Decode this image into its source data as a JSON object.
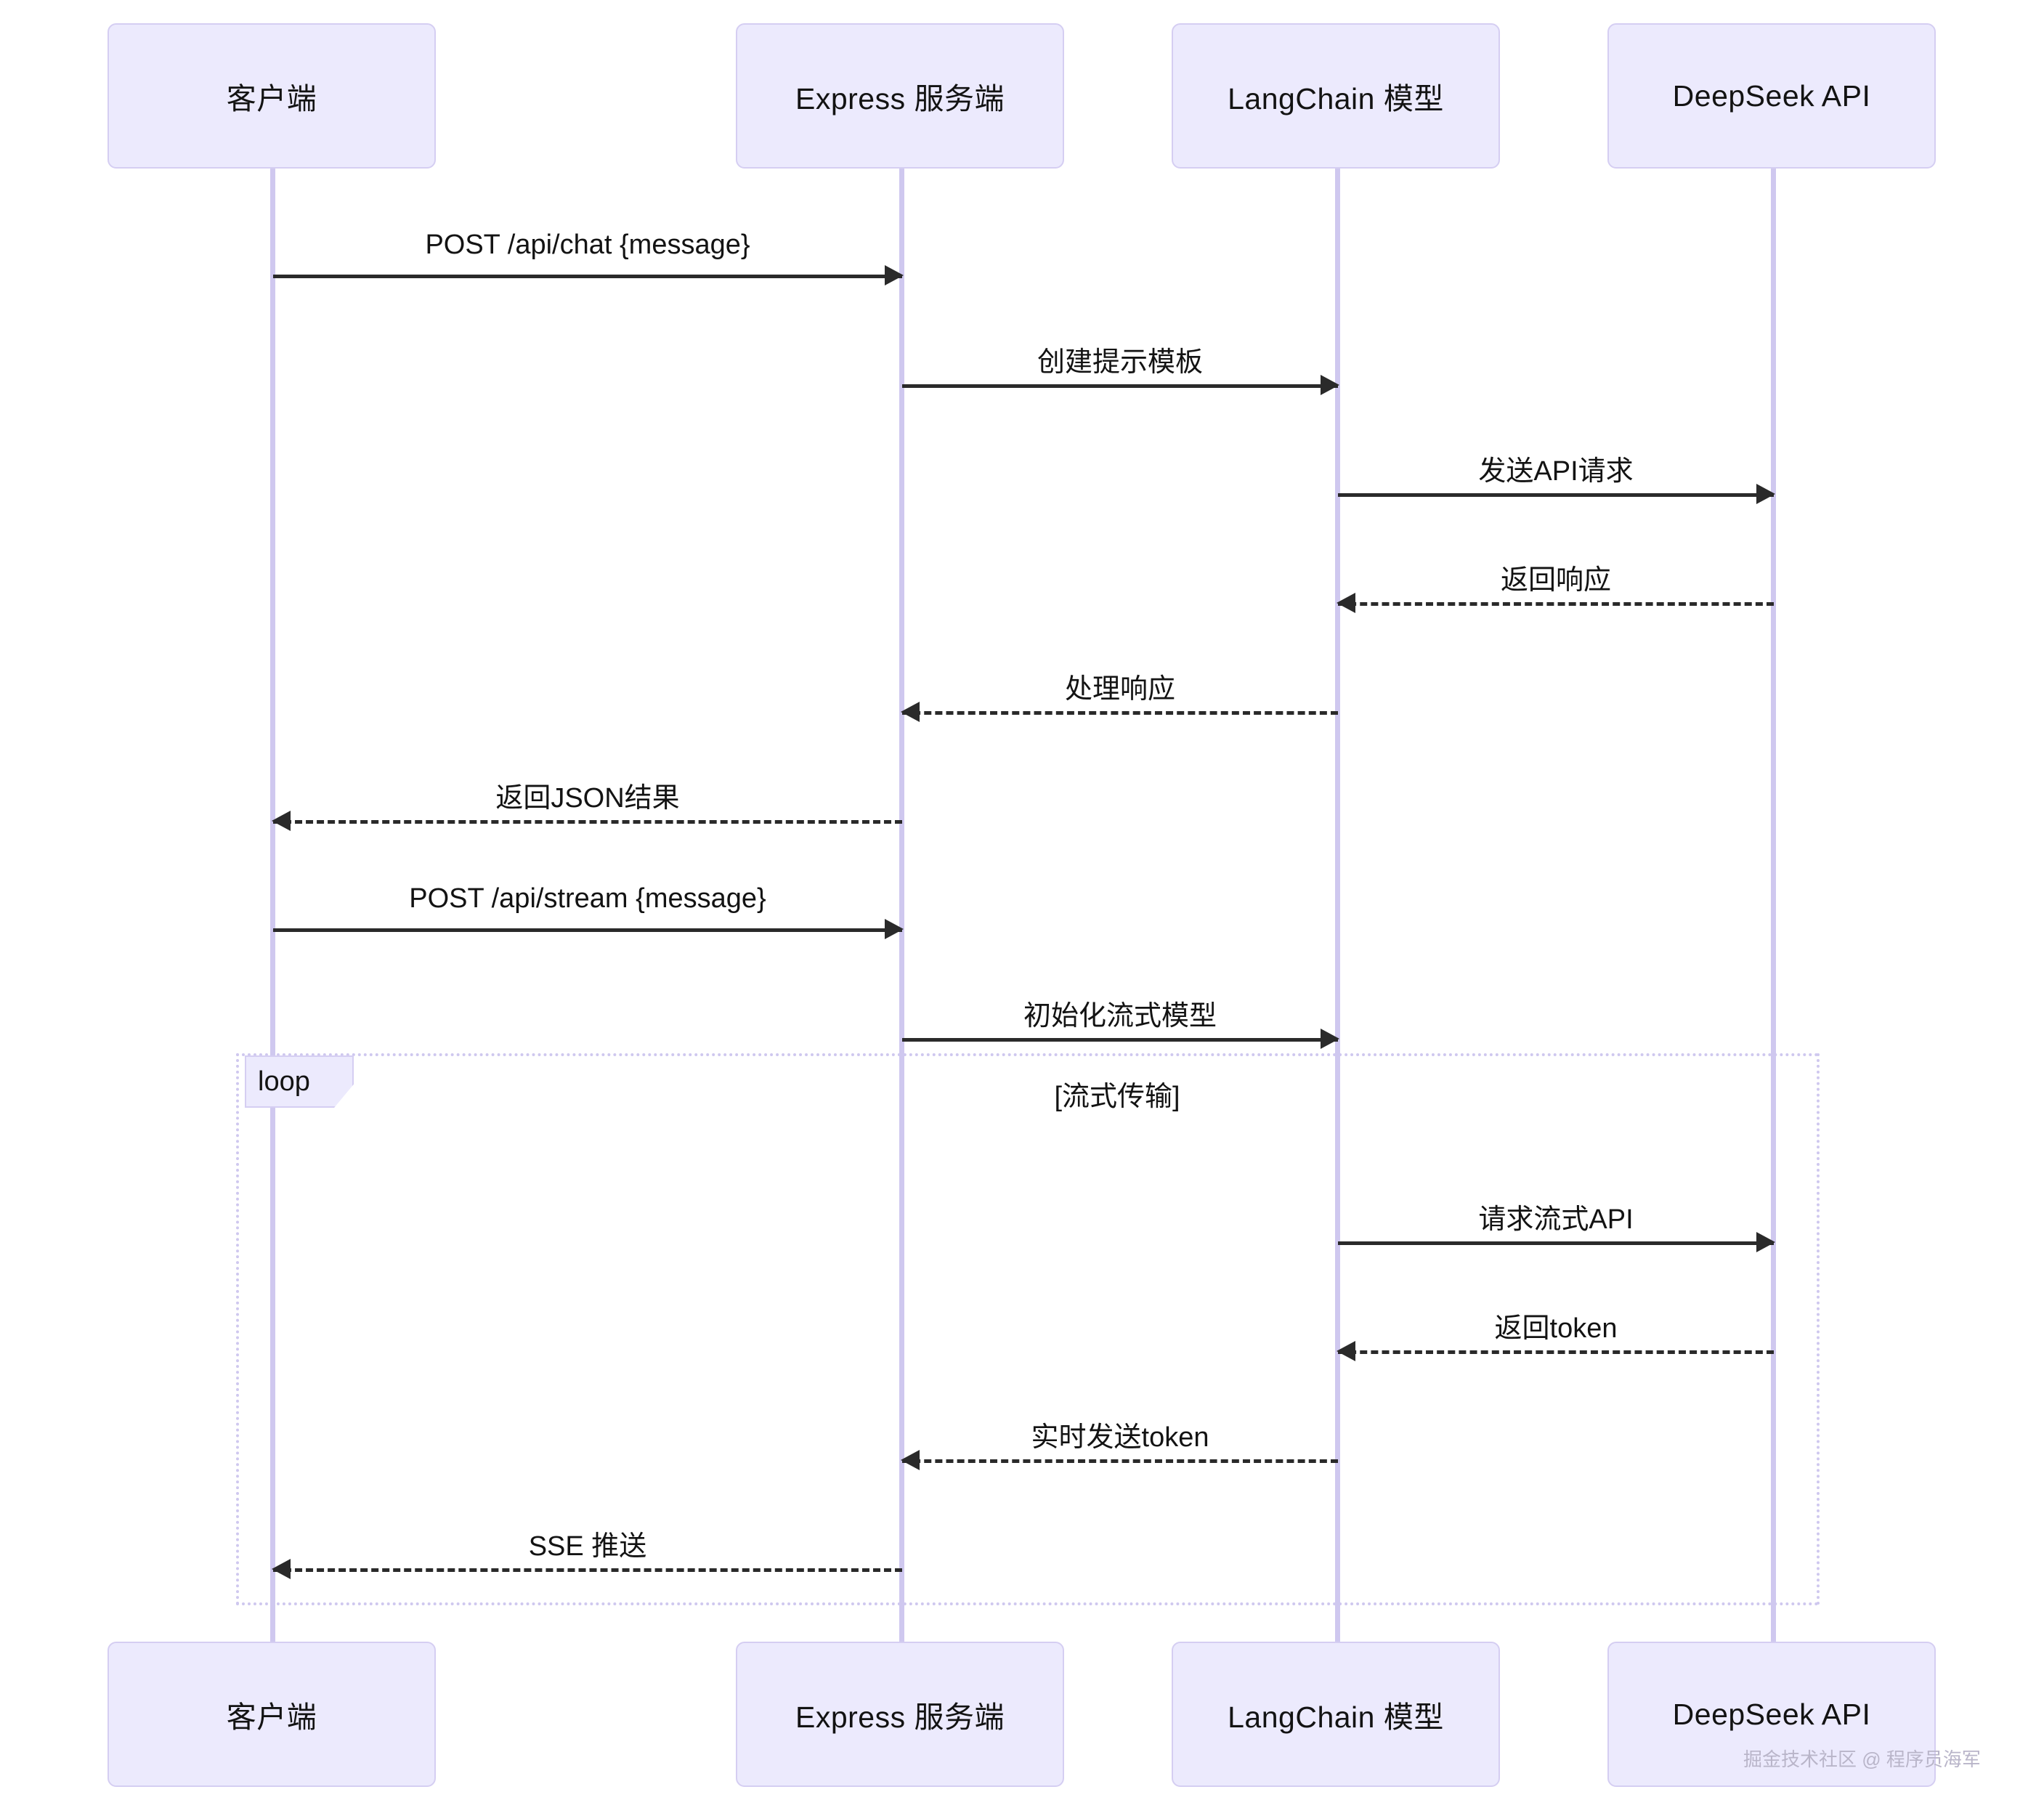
{
  "diagram": {
    "type": "sequence-diagram",
    "colors": {
      "box_fill": "#ECEAFD",
      "box_border": "#D5CEF2",
      "lifeline": "#CFC8EF",
      "arrow": "#2a2a2a",
      "text": "#131313",
      "watermark": "#b9b5c9"
    },
    "participants": [
      {
        "id": "client",
        "label": "客户端"
      },
      {
        "id": "express",
        "label": "Express 服务端"
      },
      {
        "id": "langchain",
        "label": "LangChain 模型"
      },
      {
        "id": "deepseek",
        "label": "DeepSeek API"
      }
    ],
    "messages": [
      {
        "label": "POST /api/chat {message}",
        "from": "client",
        "to": "express",
        "style": "solid",
        "direction": "right"
      },
      {
        "label": "创建提示模板",
        "from": "express",
        "to": "langchain",
        "style": "solid",
        "direction": "right"
      },
      {
        "label": "发送API请求",
        "from": "langchain",
        "to": "deepseek",
        "style": "solid",
        "direction": "right"
      },
      {
        "label": "返回响应",
        "from": "deepseek",
        "to": "langchain",
        "style": "dashed",
        "direction": "left"
      },
      {
        "label": "处理响应",
        "from": "langchain",
        "to": "express",
        "style": "dashed",
        "direction": "left"
      },
      {
        "label": "返回JSON结果",
        "from": "express",
        "to": "client",
        "style": "dashed",
        "direction": "left"
      },
      {
        "label": "POST /api/stream {message}",
        "from": "client",
        "to": "express",
        "style": "solid",
        "direction": "right"
      },
      {
        "label": "初始化流式模型",
        "from": "express",
        "to": "langchain",
        "style": "solid",
        "direction": "right"
      },
      {
        "label": "请求流式API",
        "from": "langchain",
        "to": "deepseek",
        "style": "solid",
        "direction": "right"
      },
      {
        "label": "返回token",
        "from": "deepseek",
        "to": "langchain",
        "style": "dashed",
        "direction": "left"
      },
      {
        "label": "实时发送token",
        "from": "langchain",
        "to": "express",
        "style": "dashed",
        "direction": "left"
      },
      {
        "label": "SSE 推送",
        "from": "express",
        "to": "client",
        "style": "dashed",
        "direction": "left"
      }
    ],
    "fragment": {
      "kind": "loop",
      "tag_label": "loop",
      "condition": "[流式传输]"
    },
    "watermark": "掘金技术社区 @ 程序员海军"
  }
}
